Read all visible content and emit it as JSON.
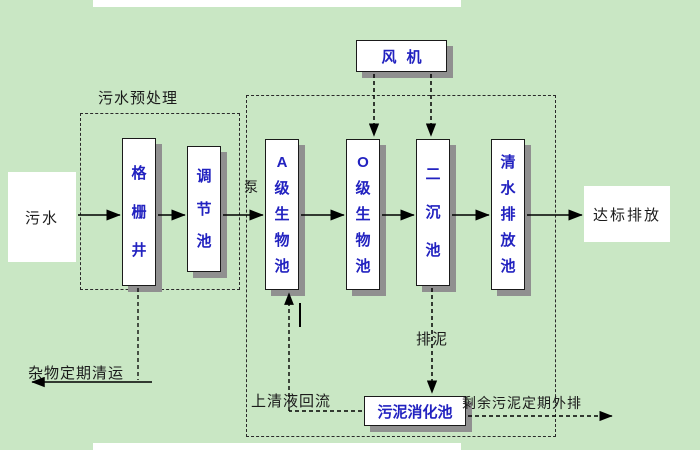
{
  "colors": {
    "background": "#c9e7c4",
    "box_text_blue": "#2222c0",
    "label_text": "#1b1b1b",
    "box_shadow": "#909090",
    "line": "#000000"
  },
  "nodes": {
    "influent": {
      "label": "污水"
    },
    "grid_well": {
      "label": "格栅井"
    },
    "regulating_tank": {
      "label": "调节池"
    },
    "a_bio_tank": {
      "label": "A级生物池"
    },
    "o_bio_tank": {
      "label": "O级生物池"
    },
    "secondary_clarifier": {
      "label": "二沉池"
    },
    "clear_water_tank": {
      "label": "清水排放池"
    },
    "blower": {
      "label": "风机"
    },
    "sludge_digester": {
      "label": "污泥消化池"
    },
    "effluent": {
      "label": "达标排放"
    }
  },
  "annotations": {
    "pretreatment": "污水预处理",
    "pump": "泵",
    "sludge_out": "排泥",
    "debris_removal": "杂物定期清运",
    "supernatant_return": "上清液回流",
    "excess_sludge_out": "剩余污泥定期外排"
  }
}
